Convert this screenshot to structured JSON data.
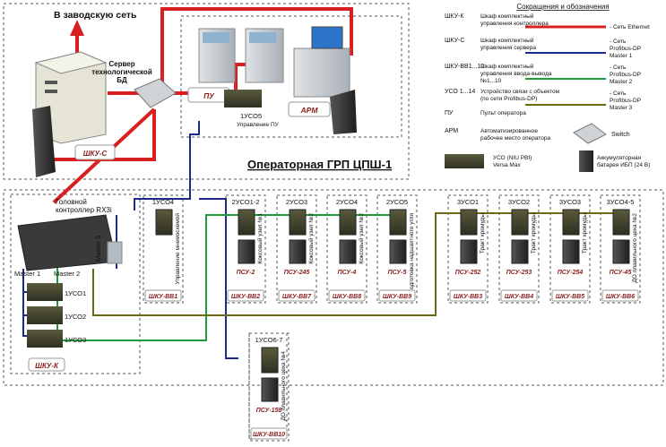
{
  "internet_label": "В заводскую сеть",
  "server_label": [
    "Сервер",
    "технологической",
    "БД"
  ],
  "operator_zone_title": "Операторная ГРП ЦПШ-1",
  "pu_label": "ПУ",
  "arm_label": "АРМ",
  "uso_top_name": "1УСО5",
  "uso_top_desc": "Управление ПУ",
  "shku_s_label": "ШКУ-С",
  "controller_label": [
    "Головной",
    "контроллер RX3i"
  ],
  "master_labels": [
    "Master 1",
    "Master 2",
    "Master 3"
  ],
  "left_uso_labels": [
    "1УСО1",
    "1УСО2",
    "1УСО3"
  ],
  "shku_k_label": "ШКУ-К",
  "racks": [
    {
      "name": "1УСО4",
      "desc": "Управление мнемосхемой",
      "psu": "",
      "shku": "ШКУ-ВВ1"
    },
    {
      "name": "2УСО1-2",
      "desc": "Коксовый узел №1",
      "psu": "ПСУ-2",
      "shku": "ШКУ-ВВ2"
    },
    {
      "name": "2УСО3",
      "desc": "Коксовый узел №2",
      "psu": "ПСУ-245",
      "shku": "ШКУ-ВВ7"
    },
    {
      "name": "2УСО4",
      "desc": "Коксовый узел №2",
      "psu": "ПСУ-4",
      "shku": "ШКУ-ВВ8"
    },
    {
      "name": "2УСО5",
      "desc": "Подготовка надшахтного угля",
      "psu": "ПСУ-5",
      "shku": "ШКУ-ВВ9"
    },
    {
      "name": "3УСО1",
      "desc": "Тракт хромуды",
      "psu": "ПСУ-252",
      "shku": "ШКУ-ВВ3"
    },
    {
      "name": "3УСО2",
      "desc": "Тракт хромуды",
      "psu": "ПСУ-253",
      "shku": "ШКУ-ВВ4"
    },
    {
      "name": "3УСО3",
      "desc": "Тракт хромуды",
      "psu": "ПСУ-254",
      "shku": "ШКУ-ВВ5"
    },
    {
      "name": "3УСО4-5",
      "desc": "ДО плавильного цеха №2",
      "psu": "ПСУ-45",
      "shku": "ШКУ-ВВ6"
    }
  ],
  "bottom_rack": {
    "name": "1УСО6-7",
    "desc": "ДО плавильного цеха №4",
    "psu": "ПСУ-158",
    "shku": "ШКУ-ВВ10"
  },
  "legend": {
    "title": "Сокращения и обозначения",
    "entries": [
      {
        "abbr": "ШКУ-К",
        "text": [
          "Шкаф комплектный",
          "управления контроллера"
        ]
      },
      {
        "abbr": "ШКУ-С",
        "text": [
          "Шкаф комплектный",
          "управления сервера"
        ]
      },
      {
        "abbr": "ШКУ-ВВ1...10",
        "text": [
          "Шкаф комплектный",
          "управления ввода-вывода",
          "№1...10"
        ]
      },
      {
        "abbr": "УСО 1...14",
        "text": [
          "Устройство связи с объектом",
          "(по сети Profibus-DP)"
        ]
      },
      {
        "abbr": "ПУ",
        "text": [
          "Пульт оператора"
        ]
      },
      {
        "abbr": "АРМ",
        "text": [
          "Автоматизированное",
          "рабочее место оператора"
        ]
      }
    ],
    "lines": [
      {
        "text": [
          "- Сеть Ethernet"
        ],
        "color": "#d92020"
      },
      {
        "text": [
          "- Сеть",
          "Profibus-DP",
          "Master 1"
        ],
        "color": "#1a2a8a"
      },
      {
        "text": [
          "- Сеть",
          "Profibus-DP",
          "Master 2"
        ],
        "color": "#1d9a3a"
      },
      {
        "text": [
          "- Сеть",
          "Profibus-DP",
          "Master 3"
        ],
        "color": "#6e6a10"
      }
    ],
    "switch_label": "Switch",
    "uso_label": [
      "УСО (NIU PBI)",
      "Versa Max"
    ],
    "battery_label": [
      "Аккумуляторная",
      "батарея ИБП (24 В)"
    ]
  }
}
